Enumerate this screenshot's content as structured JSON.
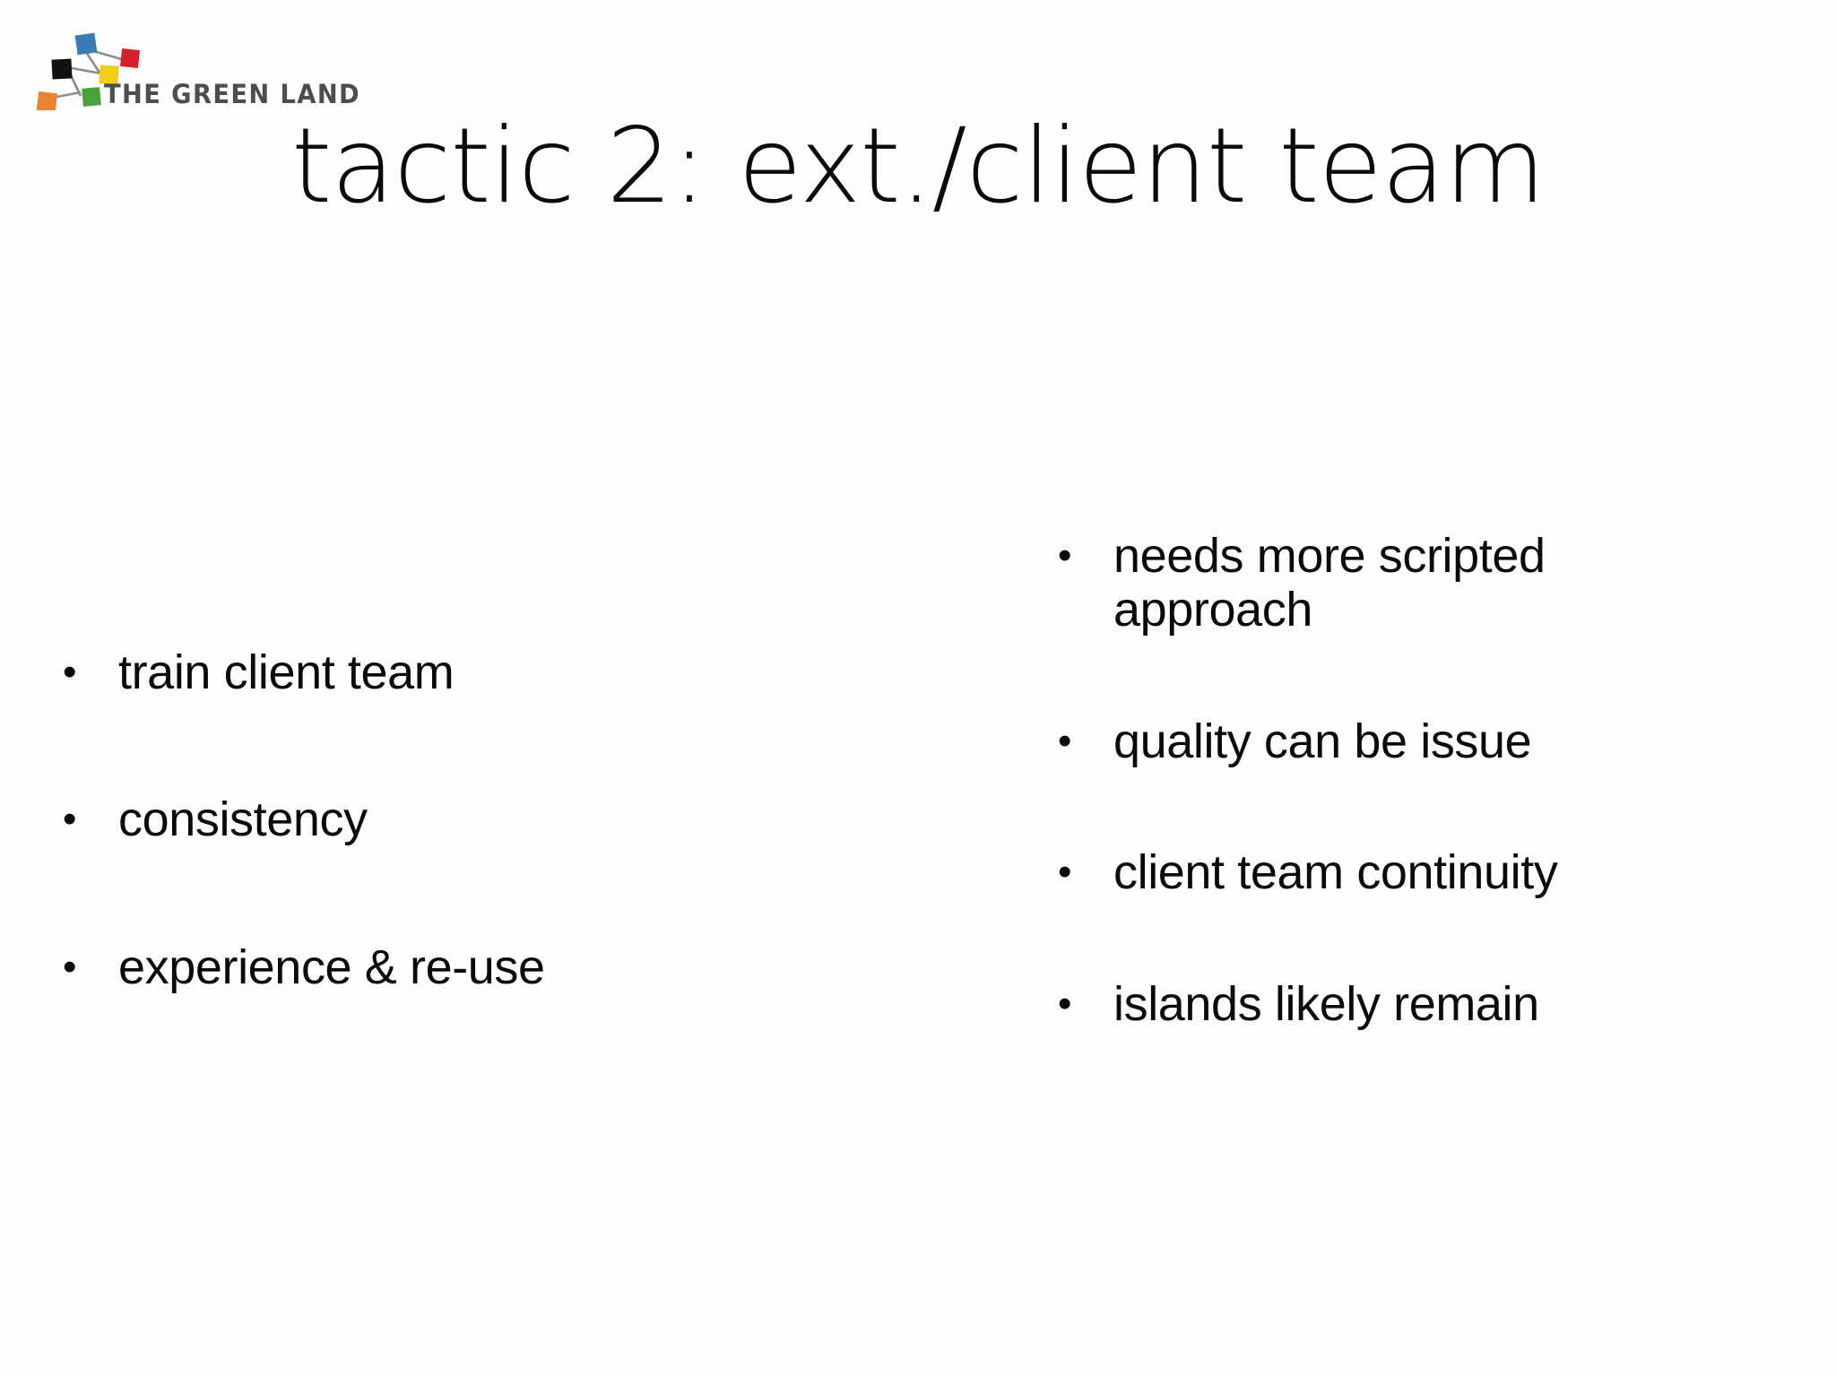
{
  "slide": {
    "background_color": "#fefefe",
    "text_color": "#0a0a0a",
    "title": "tactic 2: ext./client team",
    "bullet_marker": "•"
  },
  "logo": {
    "wordmark": "THE GREEN LAND",
    "wordmark_color": "#4d4d4d",
    "squares": [
      {
        "name": "blue-square",
        "color": "#3b7cb5"
      },
      {
        "name": "red-square",
        "color": "#d5202a"
      },
      {
        "name": "black-square",
        "color": "#111111"
      },
      {
        "name": "yellow-square",
        "color": "#f2cd17"
      },
      {
        "name": "green-square",
        "color": "#49a03c"
      },
      {
        "name": "orange-square",
        "color": "#e98336"
      }
    ],
    "connector_color": "#8c8c8c"
  },
  "left_column": {
    "bullets": [
      {
        "text": "train client team"
      },
      {
        "text": "consistency"
      },
      {
        "text": "experience & re-use"
      }
    ]
  },
  "right_column": {
    "bullets": [
      {
        "text": "needs more scripted approach"
      },
      {
        "text": "quality can be issue"
      },
      {
        "text": "client team continuity"
      },
      {
        "text": "islands likely remain"
      }
    ]
  }
}
